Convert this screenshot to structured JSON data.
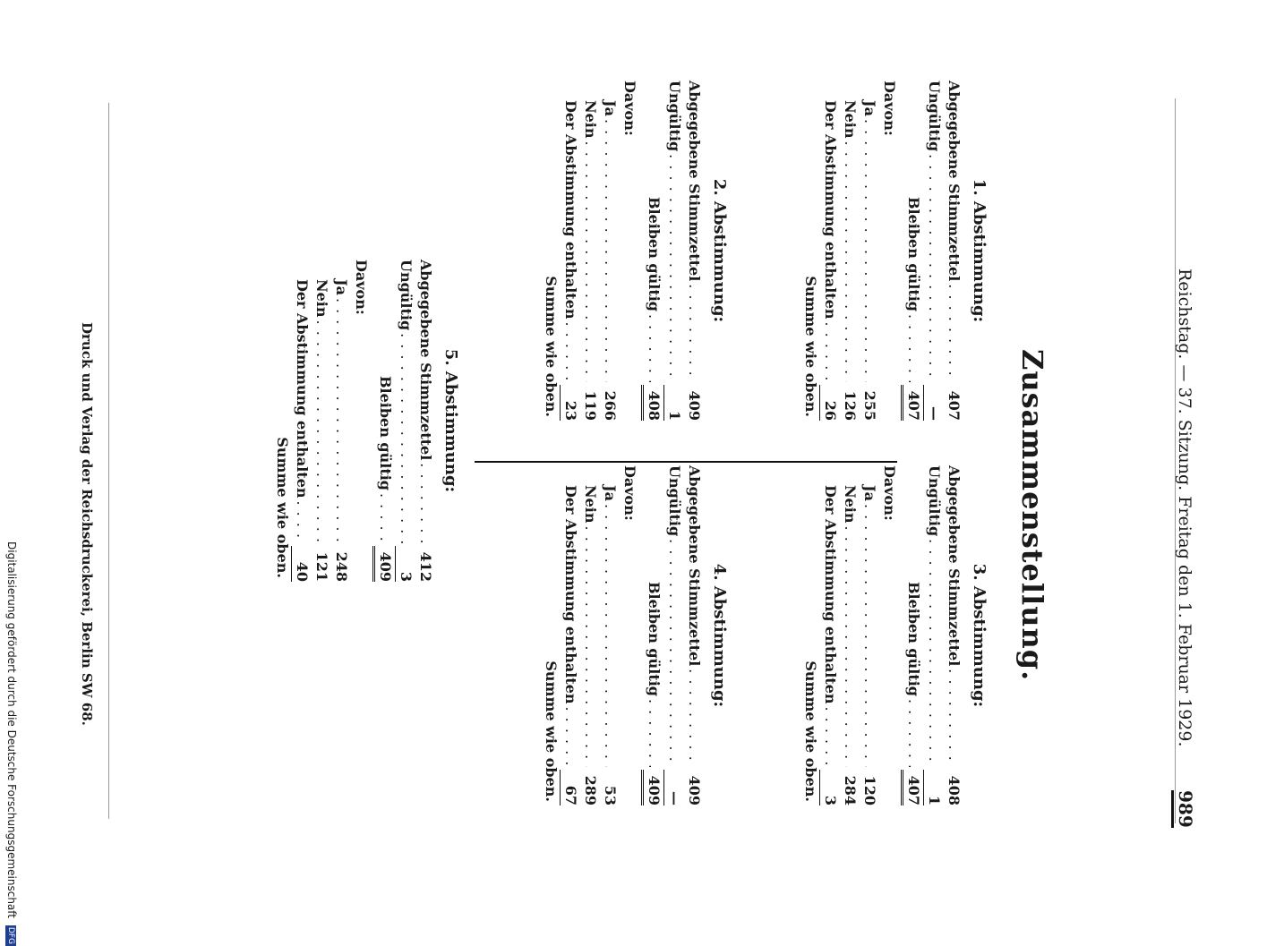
{
  "header": {
    "text": "Reichstag. — 37. Sitzung. Freitag den 1. Februar 1929.",
    "page_number": "989"
  },
  "title": "Zusammenstellung.",
  "labels": {
    "abgegeben": "Abgegebene Stimmzettel",
    "ungueltig": "Ungültig",
    "bleiben": "Bleiben gültig",
    "davon": "Davon:",
    "ja": "Ja",
    "nein": "Nein",
    "enthalten": "Der Abstimmung enthalten",
    "summe": "Summe wie oben."
  },
  "abstimmungen": [
    {
      "title": "1. Abstimmung:",
      "abgegeben": "407",
      "ungueltig": "—",
      "bleiben": "407",
      "ja": "255",
      "nein": "126",
      "enthalten": "26"
    },
    {
      "title": "2. Abstimmung:",
      "abgegeben": "409",
      "ungueltig": "1",
      "bleiben": "408",
      "ja": "266",
      "nein": "119",
      "enthalten": "23"
    },
    {
      "title": "3. Abstimmung:",
      "abgegeben": "408",
      "ungueltig": "1",
      "bleiben": "407",
      "ja": "120",
      "nein": "284",
      "enthalten": "3"
    },
    {
      "title": "4. Abstimmung:",
      "abgegeben": "409",
      "ungueltig": "—",
      "bleiben": "409",
      "ja": "53",
      "nein": "289",
      "enthalten": "67"
    },
    {
      "title": "5. Abstimmung:",
      "abgegeben": "412",
      "ungueltig": "3",
      "bleiben": "409",
      "ja": "248",
      "nein": "121",
      "enthalten": "40"
    }
  ],
  "footer": "Druck und Verlag der Reichsdruckerei, Berlin SW 68.",
  "digitization_note": "Digitalisierung gefördert durch die Deutsche Forschungsgemeinschaft",
  "logo_text": "DFG"
}
